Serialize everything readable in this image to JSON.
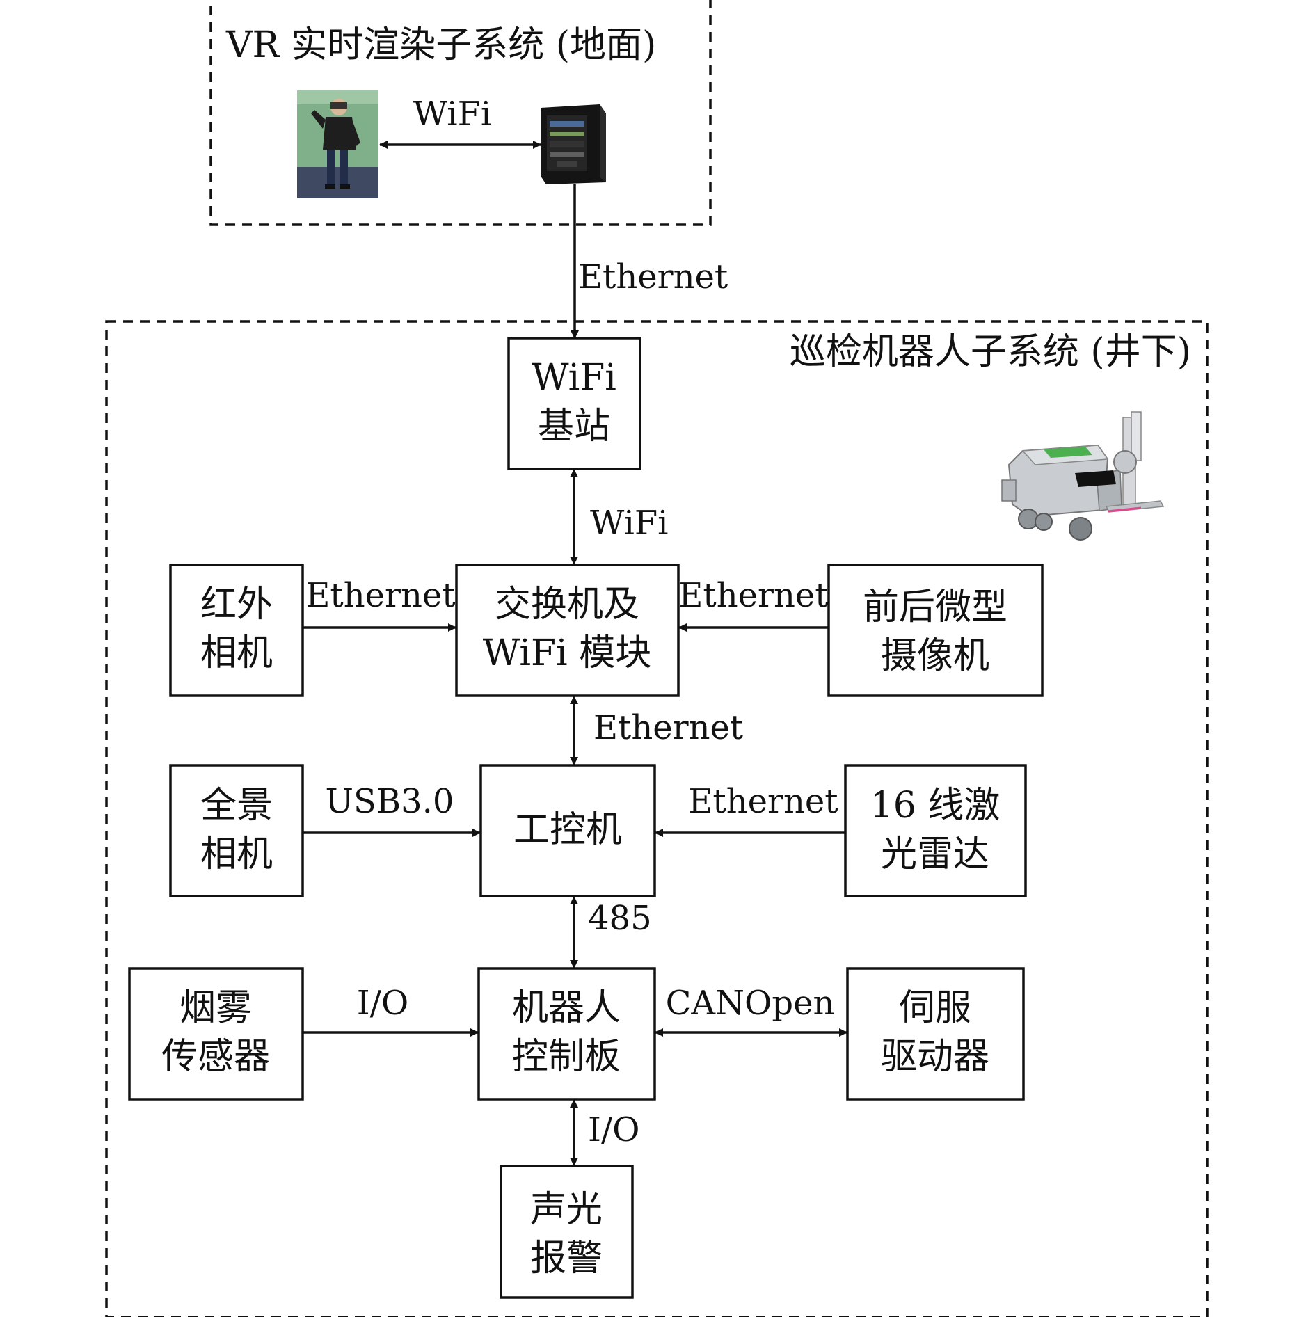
{
  "groups": {
    "ground": {
      "title": "VR 实时渲染子系统 (地面)"
    },
    "underground": {
      "title": "巡检机器人子系统 (井下)"
    }
  },
  "nodes": {
    "wifi_base": {
      "lines": [
        "WiFi",
        "基站"
      ]
    },
    "switch": {
      "lines": [
        "交换机及",
        "WiFi 模块"
      ]
    },
    "ir_camera": {
      "lines": [
        "红外",
        "相机"
      ]
    },
    "micro_camera": {
      "lines": [
        "前后微型",
        "摄像机"
      ]
    },
    "ipc": {
      "lines": [
        "工控机"
      ]
    },
    "pano_camera": {
      "lines": [
        "全景",
        "相机"
      ]
    },
    "lidar": {
      "lines": [
        "16 线激",
        "光雷达"
      ]
    },
    "robot_board": {
      "lines": [
        "机器人",
        "控制板"
      ]
    },
    "smoke_sensor": {
      "lines": [
        "烟雾",
        "传感器"
      ]
    },
    "servo_driver": {
      "lines": [
        "伺服",
        "驱动器"
      ]
    },
    "alarm": {
      "lines": [
        "声光",
        "报警"
      ]
    }
  },
  "links": {
    "vr_wifi": "WiFi",
    "pc_to_base": "Ethernet",
    "base_to_switch": "WiFi",
    "ir_to_switch": "Ethernet",
    "micro_to_switch": "Ethernet",
    "switch_to_ipc": "Ethernet",
    "pano_to_ipc": "USB3.0",
    "lidar_to_ipc": "Ethernet",
    "ipc_to_board": "485",
    "smoke_to_board": "I/O",
    "board_servo": "CANOpen",
    "board_alarm": "I/O"
  },
  "colors": {
    "ink": "#111111",
    "headset_wall": "#7fb08a",
    "robot_body": "#c9cdd2",
    "robot_accent": "#4caf50"
  },
  "icons": {
    "vr_user": "person-with-vr-headset-photo",
    "render_pc": "desktop-tower-pc",
    "robot": "inspection-robot"
  }
}
